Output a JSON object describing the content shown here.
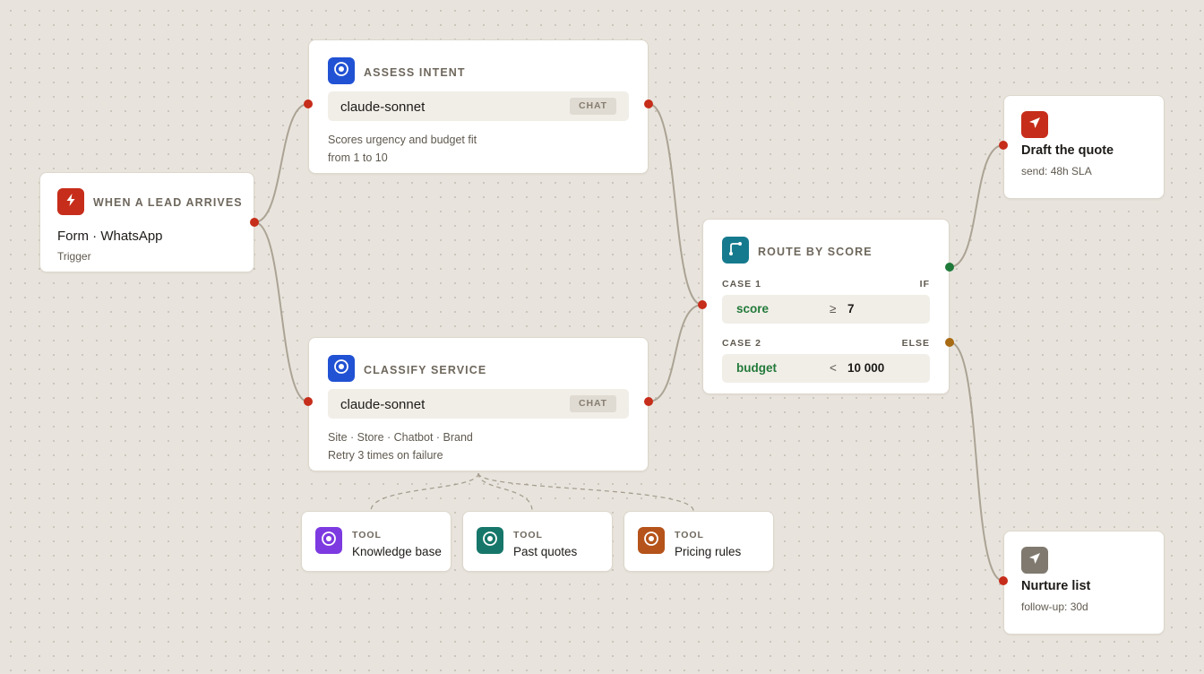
{
  "trigger": {
    "title": "When a lead arrives",
    "channels": "Form · WhatsApp",
    "kind": "Trigger",
    "icon": "lightning-icon",
    "color": "#c62d1a"
  },
  "assess": {
    "title": "Assess intent",
    "model": "claude-sonnet",
    "badge": "CHAT",
    "desc_line1": "Scores urgency and budget fit",
    "desc_line2": "from 1 to 10",
    "icon": "target-icon",
    "color": "#2152d4"
  },
  "classify": {
    "title": "Classify service",
    "model": "claude-sonnet",
    "badge": "CHAT",
    "desc_line1": "Site · Store · Chatbot · Brand",
    "desc_line2": "Retry 3 times on failure",
    "icon": "target-icon",
    "color": "#2152d4"
  },
  "tools": [
    {
      "tag": "TOOL",
      "name": "Knowledge base",
      "icon": "target-icon",
      "color": "#7c3ae0"
    },
    {
      "tag": "TOOL",
      "name": "Past quotes",
      "icon": "target-icon",
      "color": "#16766a"
    },
    {
      "tag": "TOOL",
      "name": "Pricing rules",
      "icon": "target-icon",
      "color": "#b5531a"
    }
  ],
  "router": {
    "title": "Route by score",
    "icon": "branch-icon",
    "color": "#167a8e",
    "cases": [
      {
        "label": "CASE 1",
        "kind": "IF",
        "var": "score",
        "op": "≥",
        "value": "7"
      },
      {
        "label": "CASE 2",
        "kind": "ELSE",
        "var": "budget",
        "op": "<",
        "value": "10 000"
      }
    ]
  },
  "draft": {
    "title": "Draft the quote",
    "sub": "send: 48h SLA",
    "icon": "send-icon",
    "color": "#c62d1a"
  },
  "nurture": {
    "title": "Nurture list",
    "sub": "follow-up: 30d",
    "icon": "send-icon",
    "color": "#7f796f"
  }
}
